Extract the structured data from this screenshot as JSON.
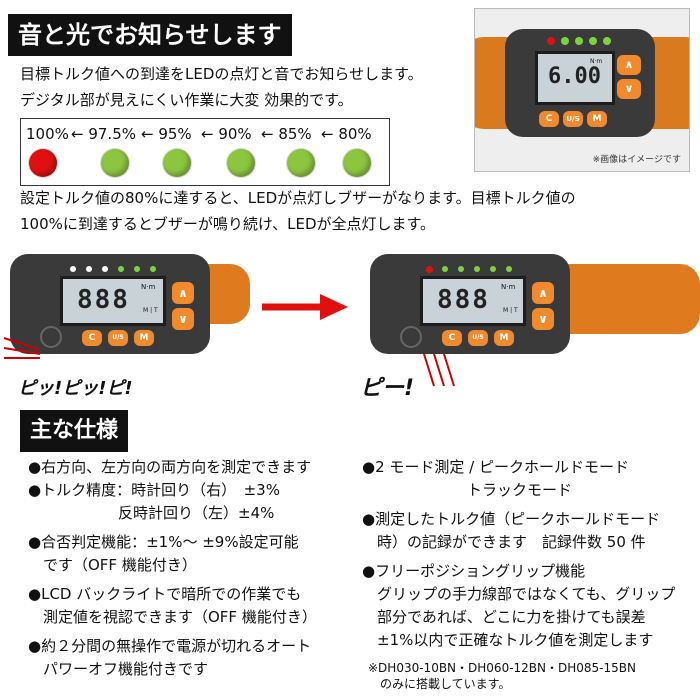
{
  "header1": {
    "title": "音と光でお知らせします"
  },
  "intro": [
    "目標トルク値への到達をLEDの点灯と音でお知らせします。",
    "デジタル部が見えにくい作業に大変 効果的です。"
  ],
  "led_scale": {
    "labels": [
      "100%",
      "← 97.5%",
      "← 95%",
      "← 90%",
      "← 85%",
      "← 80%"
    ],
    "colors": [
      "#e01010",
      "#8cc63f",
      "#8cc63f",
      "#8cc63f",
      "#8cc63f",
      "#8cc63f"
    ]
  },
  "photo": {
    "display_value": "6.00",
    "unit": "N·m",
    "buttons": [
      "C",
      "U/S",
      "M"
    ],
    "caption": "※画像はイメージです"
  },
  "description": [
    "設定トルク値の80%に達すると、LEDが点灯しブザーがなります。目標トルク値の",
    "100%に到達するとブザーが鳴り続け、LEDが全点灯します。"
  ],
  "diagram": {
    "lcd_digits": "888",
    "lcd_unit_top": "N·m",
    "lcd_unit_bottom": "M | T",
    "buttons": [
      "C",
      "U/S",
      "M"
    ],
    "sound_left": "ピッ!ピッ!ピ!",
    "sound_right": "ピー!",
    "arrow_color": "#e01010"
  },
  "header2": {
    "title": "主な仕様"
  },
  "specs_left": [
    "●右方向、左方向の両方向を測定できます",
    "●トルク精度：時計回り（右）　±3%",
    "　　　　　　反時計回り（左）±4%",
    "●合否判定機能：±1%〜 ±9%設定可能",
    "　です（OFF 機能付き）",
    "●LCD バックライトで暗所での作業でも",
    "　測定値を視認できます（OFF 機能付き）",
    "●約２分間の無操作で電源が切れるオート",
    "　パワーオフ機能付きです"
  ],
  "specs_right": [
    "●2 モード測定 / ピークホールドモード",
    "　　　　　　　トラックモード",
    "●測定したトルク値（ピークホールドモード",
    "　時）の記録ができます　記録件数 50 件",
    "●フリーポジショングリップ機能",
    "　グリップの手力線部ではなくても、グリップ",
    "　部分であれば、どこに力を掛けても誤差",
    "　±1%以内で正確なトルク値を測定します"
  ],
  "footnote": [
    "※DH030-10BN・DH060-12BN・DH085-15BN",
    "　のみに搭載しています。"
  ]
}
